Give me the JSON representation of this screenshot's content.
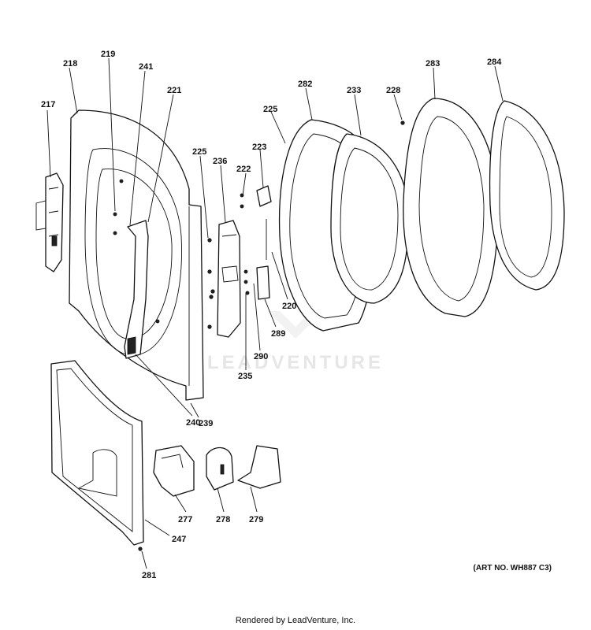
{
  "diagram": {
    "callouts": [
      "217",
      "218",
      "219",
      "241",
      "221",
      "225",
      "236",
      "222",
      "223",
      "225",
      "282",
      "233",
      "228",
      "283",
      "284",
      "220",
      "289",
      "290",
      "235",
      "240",
      "239",
      "277",
      "278",
      "279",
      "247",
      "281"
    ],
    "watermark": "LEADVENTURE",
    "art_number": "(ART NO. WH887 C3)",
    "footer": "Rendered by LeadVenture, Inc."
  }
}
